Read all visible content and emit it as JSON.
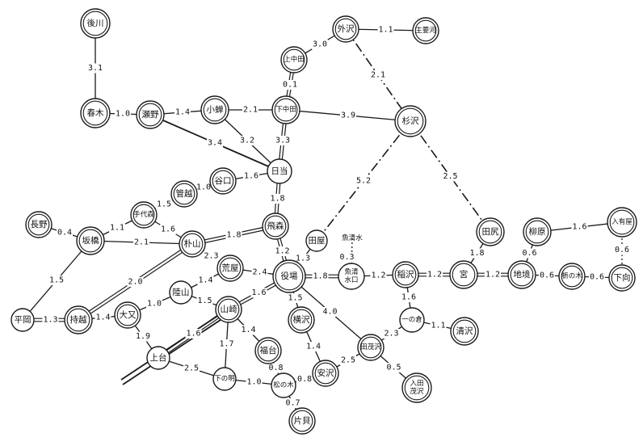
{
  "nodes": [
    {
      "id": "gokawa",
      "label": "後川",
      "style": "double"
    },
    {
      "id": "harugi",
      "label": "春木",
      "style": "double"
    },
    {
      "id": "seno",
      "label": "瀬野",
      "style": "double"
    },
    {
      "id": "kogome",
      "label": "小蝉",
      "style": "double"
    },
    {
      "id": "shimonakada",
      "label": "下中田",
      "style": "double"
    },
    {
      "id": "kaminakada",
      "label": "上中田",
      "style": "double"
    },
    {
      "id": "sotozawa",
      "label": "外沢",
      "style": "double"
    },
    {
      "id": "shuyomi",
      "label": "主要河",
      "style": "double"
    },
    {
      "id": "sugisawa",
      "label": "杉沢",
      "style": "double"
    },
    {
      "id": "hiatari",
      "label": "日当",
      "style": "single"
    },
    {
      "id": "taniguchi",
      "label": "谷口",
      "style": "double"
    },
    {
      "id": "kanbutsu",
      "label": "管越",
      "style": "double"
    },
    {
      "id": "tezuka",
      "label": "手代森",
      "style": "double"
    },
    {
      "id": "nagano",
      "label": "長野",
      "style": "double"
    },
    {
      "id": "sakahashi",
      "label": "坂橋",
      "style": "double"
    },
    {
      "id": "bokuyama",
      "label": "朴山",
      "style": "double"
    },
    {
      "id": "tobimori",
      "label": "飛森",
      "style": "double"
    },
    {
      "id": "taya",
      "label": "田屋",
      "style": "single"
    },
    {
      "id": "uoshimizu",
      "label": "魚清水",
      "style": "none"
    },
    {
      "id": "uoshimizuguchi",
      "label": "魚清\n水口",
      "style": "single"
    },
    {
      "id": "yakuba",
      "label": "役場",
      "style": "double"
    },
    {
      "id": "araya",
      "label": "荒屋",
      "style": "double"
    },
    {
      "id": "hiraoka",
      "label": "平岡",
      "style": "single"
    },
    {
      "id": "mochikoshi",
      "label": "持越",
      "style": "double"
    },
    {
      "id": "omata",
      "label": "大又",
      "style": "double"
    },
    {
      "id": "ganyama",
      "label": "陸山",
      "style": "single"
    },
    {
      "id": "yamazaki",
      "label": "山崎",
      "style": "double"
    },
    {
      "id": "fukudai",
      "label": "福台",
      "style": "double"
    },
    {
      "id": "yokozawa",
      "label": "横沢",
      "style": "double"
    },
    {
      "id": "kamidai",
      "label": "上台",
      "style": "single"
    },
    {
      "id": "shimonomiya",
      "label": "下の明",
      "style": "single"
    },
    {
      "id": "matsunoki",
      "label": "松の木",
      "style": "single"
    },
    {
      "id": "katakai",
      "label": "片貝",
      "style": "double"
    },
    {
      "id": "anzawa",
      "label": "安沢",
      "style": "double"
    },
    {
      "id": "tamozawa",
      "label": "田茂沢",
      "style": "double"
    },
    {
      "id": "irita",
      "label": "入田\n茂沢",
      "style": "double"
    },
    {
      "id": "inazawa",
      "label": "稲沢",
      "style": "double"
    },
    {
      "id": "ichinokura",
      "label": "一の倉",
      "style": "single"
    },
    {
      "id": "kiyozawa",
      "label": "清沢",
      "style": "double"
    },
    {
      "id": "miya",
      "label": "宮",
      "style": "double"
    },
    {
      "id": "taoi",
      "label": "田尻",
      "style": "double"
    },
    {
      "id": "yanagihara",
      "label": "柳原",
      "style": "double"
    },
    {
      "id": "chizakai",
      "label": "地境",
      "style": "double"
    },
    {
      "id": "tochinoki",
      "label": "栃の木",
      "style": "double"
    },
    {
      "id": "iriarima",
      "label": "入有屋",
      "style": "double"
    },
    {
      "id": "shimomuki",
      "label": "下向",
      "style": "double"
    }
  ],
  "edges": [
    {
      "id": "e1",
      "from": "gokawa",
      "to": "harugi",
      "label": "3.1",
      "style": "solid"
    },
    {
      "id": "e2",
      "from": "harugi",
      "to": "seno",
      "label": "1.0",
      "style": "solid"
    },
    {
      "id": "e3",
      "from": "seno",
      "to": "kogome",
      "label": "1.4",
      "style": "solid"
    },
    {
      "id": "e4",
      "from": "kogome",
      "to": "shimonakada",
      "label": "2.1",
      "style": "solid"
    },
    {
      "id": "e5",
      "from": "shimonakada",
      "to": "sugisawa",
      "label": "3.9",
      "style": "solid"
    },
    {
      "id": "e6",
      "from": "shimonakada",
      "to": "kaminakada",
      "label": "0.1",
      "style": "double"
    },
    {
      "id": "e7",
      "from": "kaminakada",
      "to": "sotozawa",
      "label": "3.0",
      "style": "solid"
    },
    {
      "id": "e8",
      "from": "sotozawa",
      "to": "shuyomi",
      "label": "1.1",
      "style": "solid"
    },
    {
      "id": "e9",
      "from": "sotozawa",
      "to": "sugisawa",
      "label": "2.1",
      "style": "dashed"
    },
    {
      "id": "e10",
      "from": "sugisawa",
      "to": "taoi",
      "label": "2.5",
      "style": "dashed"
    },
    {
      "id": "e11",
      "from": "sugisawa",
      "to": "taya",
      "label": "5.2",
      "style": "dashed"
    },
    {
      "id": "e12",
      "from": "seno",
      "to": "hiatari",
      "label": "3.4",
      "style": "road"
    },
    {
      "id": "e13",
      "from": "kogome",
      "to": "hiatari",
      "label": "3.2",
      "style": "solid"
    },
    {
      "id": "e14",
      "from": "shimonakada",
      "to": "hiatari",
      "label": "3.3",
      "style": "double"
    },
    {
      "id": "e15",
      "from": "hiatari",
      "to": "taniguchi",
      "label": "1.6",
      "style": "solid"
    },
    {
      "id": "e16",
      "from": "taniguchi",
      "to": "kanbutsu",
      "label": "1.0",
      "style": "solid"
    },
    {
      "id": "e17",
      "from": "hiatari",
      "to": "tobimori",
      "label": "1.8",
      "style": "double"
    },
    {
      "id": "e18",
      "from": "tobimori",
      "to": "yakuba",
      "label": "1.2",
      "style": "double"
    },
    {
      "id": "e19",
      "from": "tobimori",
      "to": "bokuyama",
      "label": "1.8",
      "style": "double"
    },
    {
      "id": "e20",
      "from": "bokuyama",
      "to": "tezuka",
      "label": "1.6",
      "style": "solid"
    },
    {
      "id": "e21",
      "from": "tezuka",
      "to": "kanbutsu",
      "label": "1.5",
      "style": "solid"
    },
    {
      "id": "e22",
      "from": "tezuka",
      "to": "sakahashi",
      "label": "1.1",
      "style": "solid"
    },
    {
      "id": "e23",
      "from": "nagano",
      "to": "sakahashi",
      "label": "0.4",
      "style": "solid"
    },
    {
      "id": "e24",
      "from": "sakahashi",
      "to": "bokuyama",
      "label": "2.1",
      "style": "solid"
    },
    {
      "id": "e25",
      "from": "sakahashi",
      "to": "hiraoka",
      "label": "1.5",
      "style": "solid"
    },
    {
      "id": "e26",
      "from": "hiraoka",
      "to": "mochikoshi",
      "label": "1.3",
      "style": "double"
    },
    {
      "id": "e27",
      "from": "mochikoshi",
      "to": "bokuyama",
      "label": "2.0",
      "style": "double"
    },
    {
      "id": "e28",
      "from": "mochikoshi",
      "to": "omata",
      "label": "1.4",
      "style": "solid"
    },
    {
      "id": "e29",
      "from": "bokuyama",
      "to": "araya",
      "label": "2.3",
      "style": "solid"
    },
    {
      "id": "e30",
      "from": "araya",
      "to": "yakuba",
      "label": "2.4",
      "style": "solid"
    },
    {
      "id": "e31",
      "from": "taya",
      "to": "yakuba",
      "label": "1.3",
      "style": "solid"
    },
    {
      "id": "e32",
      "from": "uoshimizu",
      "to": "uoshimizuguchi",
      "label": "0.3",
      "style": "dotted"
    },
    {
      "id": "e33",
      "from": "yakuba",
      "to": "uoshimizuguchi",
      "label": "1.8",
      "style": "double"
    },
    {
      "id": "e34",
      "from": "uoshimizuguchi",
      "to": "inazawa",
      "label": "1.2",
      "style": "solid"
    },
    {
      "id": "e35",
      "from": "inazawa",
      "to": "miya",
      "label": "1.2",
      "style": "double"
    },
    {
      "id": "e36",
      "from": "miya",
      "to": "taoi",
      "label": "1.8",
      "style": "solid"
    },
    {
      "id": "e37",
      "from": "miya",
      "to": "chizakai",
      "label": "1.2",
      "style": "double"
    },
    {
      "id": "e38",
      "from": "chizakai",
      "to": "yanagihara",
      "label": "0.6",
      "style": "solid"
    },
    {
      "id": "e39",
      "from": "yanagihara",
      "to": "iriarima",
      "label": "1.6",
      "style": "solid"
    },
    {
      "id": "e40",
      "from": "iriarima",
      "to": "shimomuki",
      "label": "0.6",
      "style": "dotted"
    },
    {
      "id": "e41",
      "from": "chizakai",
      "to": "tochinoki",
      "label": "0.6",
      "style": "solid"
    },
    {
      "id": "e42",
      "from": "tochinoki",
      "to": "shimomuki",
      "label": "0.6",
      "style": "solid"
    },
    {
      "id": "e43",
      "from": "inazawa",
      "to": "ichinokura",
      "label": "1.6",
      "style": "solid"
    },
    {
      "id": "e44",
      "from": "ichinokura",
      "to": "kiyozawa",
      "label": "1.1",
      "style": "solid"
    },
    {
      "id": "e45",
      "from": "ichinokura",
      "to": "tamozawa",
      "label": "2.3",
      "style": "solid"
    },
    {
      "id": "e46",
      "from": "yakuba",
      "to": "tamozawa",
      "label": "4.0",
      "style": "solid"
    },
    {
      "id": "e47",
      "from": "tamozawa",
      "to": "irita",
      "label": "0.5",
      "style": "solid"
    },
    {
      "id": "e48",
      "from": "tamozawa",
      "to": "anzawa",
      "label": "2.5",
      "style": "solid"
    },
    {
      "id": "e49",
      "from": "yakuba",
      "to": "yokozawa",
      "label": "1.5",
      "style": "solid"
    },
    {
      "id": "e50",
      "from": "yokozawa",
      "to": "anzawa",
      "label": "1.4",
      "style": "solid"
    },
    {
      "id": "e51",
      "from": "yakuba",
      "to": "yamazaki",
      "label": "1.6",
      "style": "double"
    },
    {
      "id": "e52",
      "from": "yamazaki",
      "to": "ganyama",
      "label": "1.5",
      "style": "solid"
    },
    {
      "id": "e53",
      "from": "ganyama",
      "to": "araya",
      "label": "1.4",
      "style": "solid"
    },
    {
      "id": "e54",
      "from": "omata",
      "to": "ganyama",
      "label": "1.0",
      "style": "solid"
    },
    {
      "id": "e55",
      "from": "omata",
      "to": "kamidai",
      "label": "1.9",
      "style": "solid"
    },
    {
      "id": "e56",
      "from": "yamazaki",
      "to": "kamidai",
      "label": "1.6",
      "style": "double"
    },
    {
      "id": "e57",
      "from": "yamazaki",
      "to": "fukudai",
      "label": "1.4",
      "style": "solid"
    },
    {
      "id": "e58",
      "from": "yamazaki",
      "to": "shimonomiya",
      "label": "1.7",
      "style": "solid"
    },
    {
      "id": "e59",
      "from": "kamidai",
      "to": "shimonomiya",
      "label": "2.5",
      "style": "solid"
    },
    {
      "id": "e60",
      "from": "shimonomiya",
      "to": "matsunoki",
      "label": "1.0",
      "style": "solid"
    },
    {
      "id": "e61",
      "from": "fukudai",
      "to": "matsunoki",
      "label": "0.8",
      "style": "solid"
    },
    {
      "id": "e62",
      "from": "matsunoki",
      "to": "anzawa",
      "label": "0.8",
      "style": "solid"
    },
    {
      "id": "e63",
      "from": "matsunoki",
      "to": "katakai",
      "label": "0.7",
      "style": "solid"
    }
  ]
}
